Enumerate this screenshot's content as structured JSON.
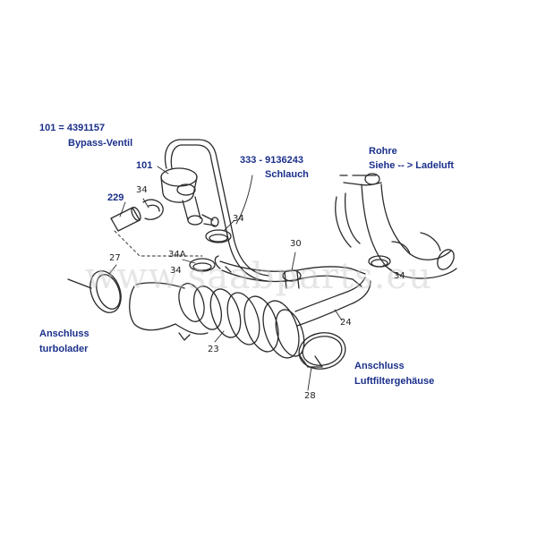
{
  "colors": {
    "label_blue": "#1a2f8a",
    "line": "#2a2a2a",
    "watermark": "#c8c8c8"
  },
  "annotations": {
    "part_101_number": "101 = 4391157",
    "part_101_name": "Bypass-Ventil",
    "hose_number": "333 - 9136243",
    "hose_name": "Schlauch",
    "pipes_title": "Rohre",
    "pipes_ref": "Siehe -- > Ladeluft",
    "conn_turbo_1": "Anschluss",
    "conn_turbo_2": "turbolader",
    "conn_filter_1": "Anschluss",
    "conn_filter_2": "Luftfiltergehäuse"
  },
  "callouts": {
    "c101": "101",
    "c229": "229",
    "c34a": "34",
    "c34b": "34",
    "c34c": "34",
    "c34d": "34",
    "c34A": "34A",
    "c30": "30",
    "c27": "27",
    "c23": "23",
    "c24": "24",
    "c28": "28"
  },
  "watermark": "www.saabparts.eu"
}
